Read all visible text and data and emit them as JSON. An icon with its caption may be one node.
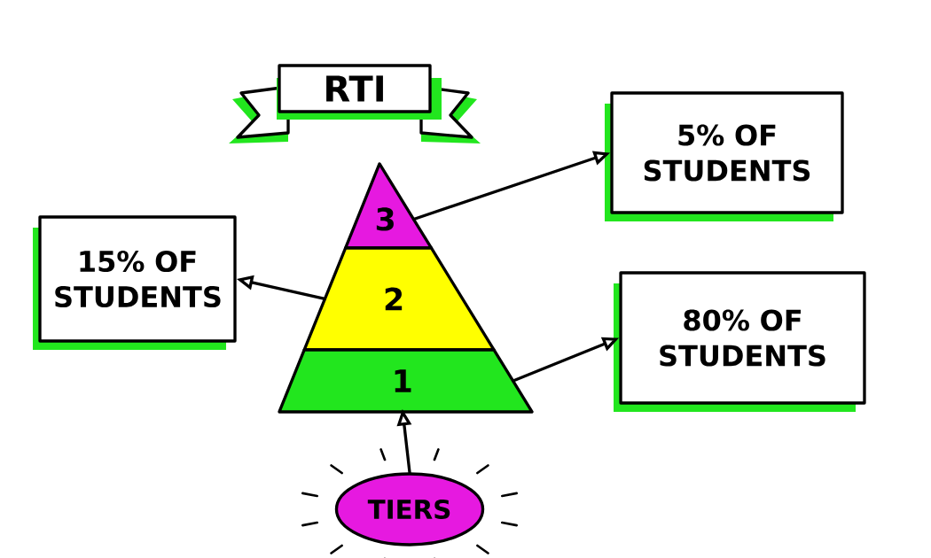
{
  "diagram": {
    "nodes": [
      {
        "text": [
          "RTI"
        ]
      },
      {
        "text": [
          "3"
        ]
      },
      {
        "text": [
          "2"
        ]
      },
      {
        "text": [
          "1"
        ]
      },
      {
        "text": [
          "5% OF STUDENTS"
        ]
      },
      {
        "text": [
          "15% OF STUDENTS"
        ]
      },
      {
        "text": [
          "80% OF STUDENTS"
        ]
      },
      {
        "text": [
          "TIERS"
        ]
      }
    ],
    "edges": [
      {
        "from": 1,
        "to": 4,
        "arrow": "to"
      },
      {
        "from": 2,
        "to": 5,
        "arrow": "to"
      },
      {
        "from": 3,
        "to": 6,
        "arrow": "to"
      },
      {
        "from": 7,
        "to": 3,
        "arrow": "to"
      }
    ]
  }
}
